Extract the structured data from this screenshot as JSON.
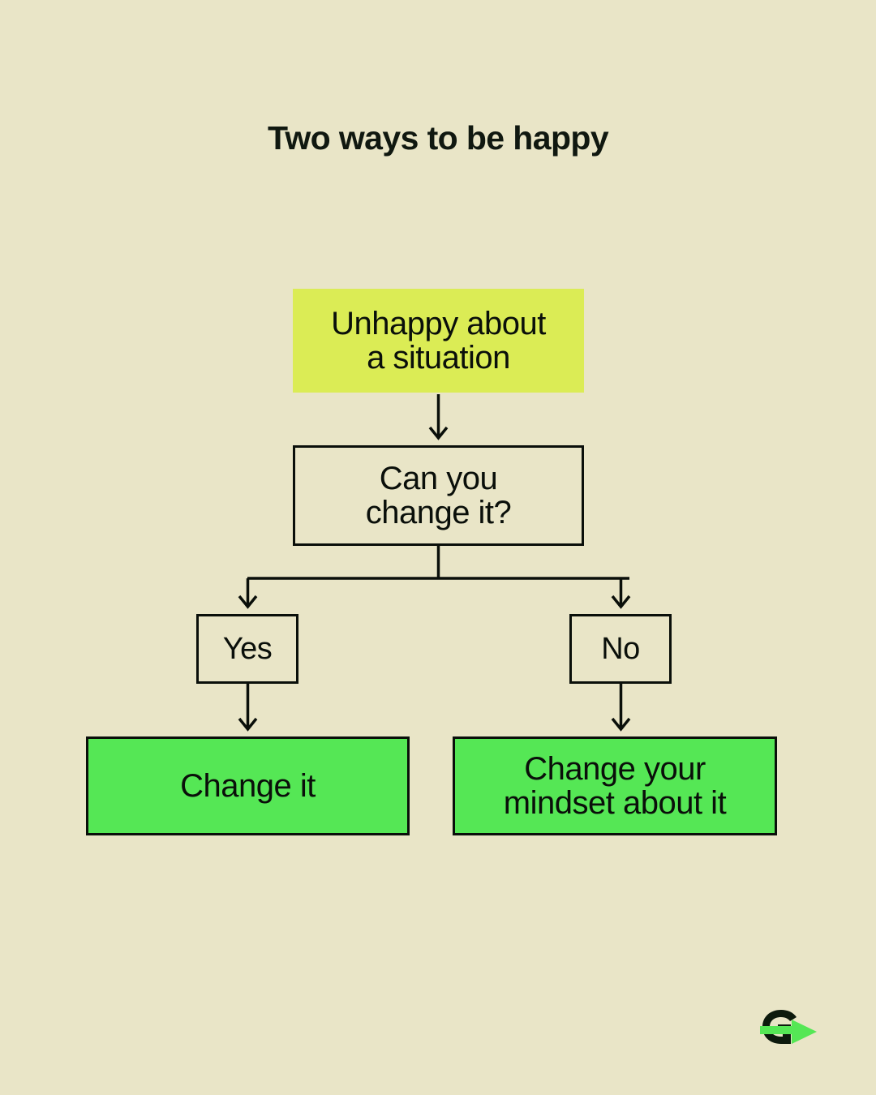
{
  "page": {
    "title": "Two ways to be happy",
    "background_color": "#e9e5c7",
    "ink_color": "#0a0f0a"
  },
  "colors": {
    "background": "#e9e5c7",
    "start_fill": "#dbec55",
    "outcome_fill": "#55e755",
    "stroke": "#0a0f0a",
    "logo_dark": "#0d1a0d",
    "logo_green": "#55e755"
  },
  "flowchart": {
    "type": "decision-tree",
    "nodes": [
      {
        "id": "start",
        "label": "Unhappy about\na situation",
        "shape": "rectangle",
        "fill": "#dbec55",
        "stroke": "none"
      },
      {
        "id": "decision",
        "label": "Can you\nchange it?",
        "shape": "rectangle",
        "fill": "none",
        "stroke": "#0a0f0a"
      },
      {
        "id": "yes",
        "label": "Yes",
        "shape": "rectangle",
        "fill": "none",
        "stroke": "#0a0f0a"
      },
      {
        "id": "no",
        "label": "No",
        "shape": "rectangle",
        "fill": "none",
        "stroke": "#0a0f0a"
      },
      {
        "id": "outcome-left",
        "label": "Change it",
        "shape": "rectangle",
        "fill": "#55e755",
        "stroke": "#0a0f0a"
      },
      {
        "id": "outcome-right",
        "label": "Change your\nmindset about it",
        "shape": "rectangle",
        "fill": "#55e755",
        "stroke": "#0a0f0a"
      }
    ],
    "edges": [
      {
        "from": "start",
        "to": "decision",
        "arrow": "down"
      },
      {
        "from": "decision",
        "to": "yes",
        "arrow": "down-left-branch"
      },
      {
        "from": "decision",
        "to": "no",
        "arrow": "down-right-branch"
      },
      {
        "from": "yes",
        "to": "outcome-left",
        "arrow": "down"
      },
      {
        "from": "no",
        "to": "outcome-right",
        "arrow": "down"
      }
    ]
  },
  "brand": {
    "name": "g-play-logo",
    "letter": "G"
  }
}
